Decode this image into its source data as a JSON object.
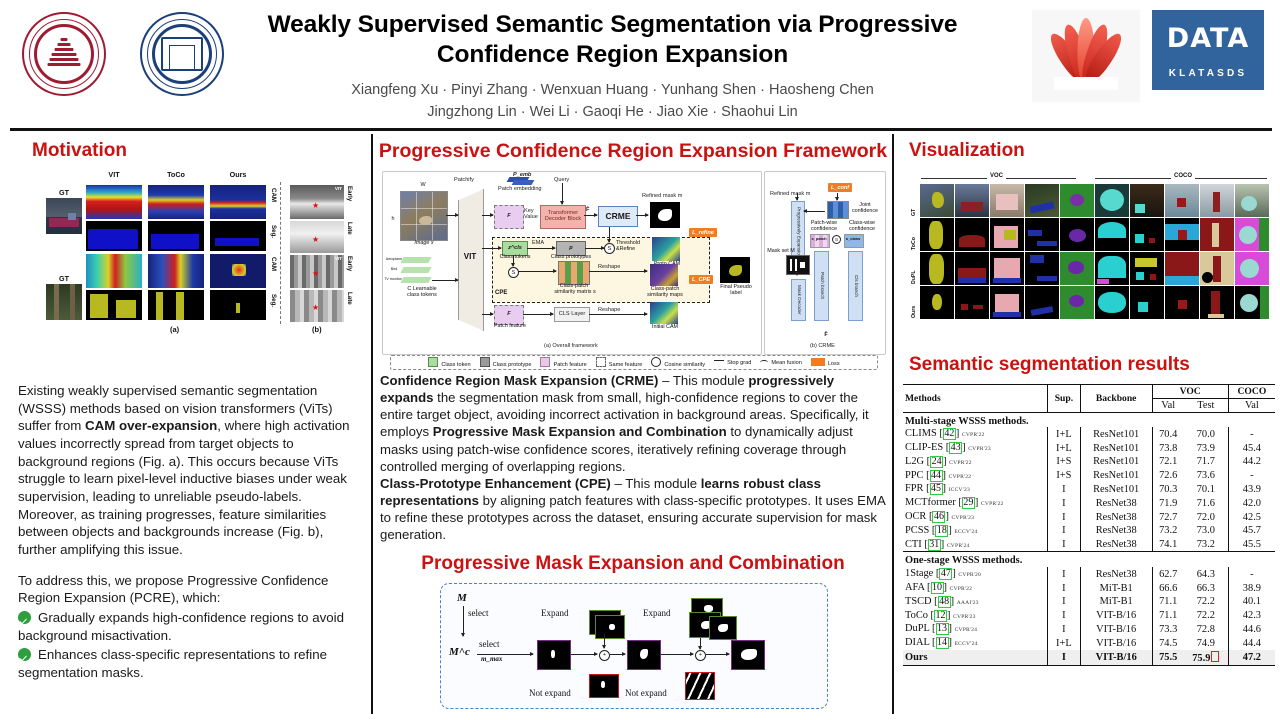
{
  "header": {
    "title_line1": "Weakly Supervised Semantic Segmentation via Progressive",
    "title_line2": "Confidence Region Expansion",
    "authors_line1": "Xiangfeng Xu · Pinyi Zhang · Wenxuan Huang · Yunhang Shen · Haosheng Chen",
    "authors_line2": "Jingzhong Lin · Wei Li · Gaoqi He · Jiao Xie · Shaohui Lin",
    "logo_ecnu_ring": "EAST CHINA NORMAL UNIVERSITY",
    "logo_ecnu_cn": "华东师范大学",
    "logo_xmu_ring": "UNIVERSITAS AMOIENSIS",
    "logo_xmu_cn": "厦门大学",
    "logo_huawei": "huawei-logo",
    "logo_data_word": "DATA",
    "logo_data_sub": "KLATASDS",
    "accent_red": "#cc1111",
    "data_blue": "#31639c"
  },
  "motivation": {
    "title": "Motivation",
    "figure": {
      "col_headers": [
        "VIT",
        "ToCo",
        "Ours"
      ],
      "gt_labels": [
        "GT",
        "GT"
      ],
      "row_side_labels": [
        "CAM",
        "Seg.",
        "CAM",
        "Seg."
      ],
      "right_side_labels": [
        "Early",
        "Late",
        "Early",
        "Late"
      ],
      "right_inset_tags": [
        "VIT",
        "VIT"
      ],
      "caption_a": "(a)",
      "caption_b": "(b)"
    },
    "paragraph1_pre": "Existing weakly supervised semantic segmentation (WSSS) methods based on vision transformers (ViTs) suffer from ",
    "paragraph1_bold": "CAM over-expansion",
    "paragraph1_post": ", where high activation values incorrectly spread from target objects to background regions (Fig. a). This occurs because ViTs struggle to learn pixel-level inductive biases under weak supervision, leading to unreliable pseudo-labels. Moreover, as training progresses, feature similarities between objects and backgrounds increase (Fig. b), further amplifying this issue.",
    "paragraph2": "To address this, we propose Progressive Confidence Region Expansion (PCRE), which:",
    "bullets": [
      "Gradually expands high-confidence regions to avoid background misactivation.",
      "Enhances class-specific representations to refine segmentation masks."
    ]
  },
  "framework": {
    "title": "Progressive Confidence Region Expansion Framework",
    "diagram": {
      "caption_a": "(a) Overall framework",
      "caption_b": "(b) CRME",
      "labels": {
        "w": "W",
        "h": "h",
        "image_x": "Image x",
        "patchify": "Patchify",
        "patch_embedding": "Patch embedding",
        "p_emb": "P_emb",
        "query": "Query",
        "key_value": "Key\nValue",
        "vit": "VIT",
        "learnable_tokens_line1": "C Learnable",
        "learnable_tokens_line2": "class tokens",
        "class_list": [
          "Aeroplane",
          "Bird",
          "TV monitor"
        ],
        "f_sym": "F",
        "transformer_decoder": "Transformer\nDecoder Block",
        "f_bar": "F̄",
        "crme": "CRME",
        "refined_mask": "Refined mask m",
        "loss_refine": "L_refine",
        "z_cls": "z^cls",
        "class_tokens": "Class tokens",
        "ema": "EMA",
        "p_sym": "p",
        "class_prototypes": "Class prototypes",
        "threshold_refine": "Threshold\n&Refine",
        "proto_cam": "Proto CAM",
        "cpe": "CPE",
        "class_patch_matrix_l1": "Class-patch",
        "class_patch_matrix_l2": "similarity matrix s",
        "reshape": "Reshape",
        "class_patch_maps_l1": "Class-patch",
        "class_patch_maps_l2": "similarity maps",
        "loss_cpe": "L_CPE",
        "patch_feature": "Patch feature",
        "cls_layer": "CLS Layer",
        "initial_cam": "Initial CAM",
        "final_pseudo_l1": "Final Pseudo",
        "final_pseudo_l2": "label",
        "crme_refined_mask": "Refined mask m",
        "loss_conf": "L_conf",
        "joint_confidence_l1": "Joint",
        "joint_confidence_l2": "confidence",
        "patchwise_conf_l1": "Patch-wise",
        "patchwise_conf_l2": "confidence",
        "classwise_conf_l1": "Class-wise",
        "classwise_conf_l2": "confidence",
        "s_patch": "s_patch",
        "s_class": "s_class",
        "progressively_expansion": "Progressively Expansion",
        "mask_set": "Mask set M",
        "mask_decoder": "Mask Decoder",
        "patch_branch": "Patch branch",
        "cls_branch": "Cls branch",
        "f_bar_bottom": "F̄"
      },
      "legend": [
        {
          "label": "Class token",
          "color": "#a6df9e"
        },
        {
          "label": "Class prototype",
          "color": "#9a9a9a"
        },
        {
          "label": "Patch feature",
          "color": "#e8c8e6"
        },
        {
          "label": "Same feature",
          "color": "dashed"
        },
        {
          "label": "Cosine similarity",
          "color": "circle-s"
        },
        {
          "label": "Stop grad",
          "color": "stopgrad"
        },
        {
          "label": "Mean fusion",
          "color": "arc"
        },
        {
          "label": "Loss",
          "color": "#f07d22"
        }
      ]
    },
    "crme_bold": "Confidence Region Mask Expansion (CRME)",
    "crme_text_a": " – This module ",
    "crme_bold2": "progressively expands",
    "crme_text_b": " the segmentation mask from small, high-confidence regions to cover the entire target object, avoiding incorrect activation in background areas. Specifically, it employs ",
    "crme_bold3": "Progressive Mask Expansion and Combination",
    "crme_text_c": " to dynamically adjust masks using patch-wise confidence scores, iteratively refining coverage through controlled merging of overlapping regions.",
    "cpe_bold": "Class-Prototype Enhancement (CPE)",
    "cpe_text_a": " – This module ",
    "cpe_bold2": "learns robust class representations",
    "cpe_text_b": " by aligning patch features with class-specific prototypes. It uses EMA to refine these prototypes across the dataset, ensuring accurate supervision for mask generation.",
    "pme_title": "Progressive Mask Expansion and Combination",
    "pme_labels": {
      "m": "M",
      "mc": "M^c",
      "select": "select",
      "m_max": "m_max",
      "expand1": "Expand",
      "expand2": "Expand",
      "not_expand1": "Not expand",
      "not_expand2": "Not expand"
    }
  },
  "visualization": {
    "title": "Visualization",
    "group_labels": [
      "VOC",
      "COCO"
    ],
    "row_labels": [
      "GT",
      "ToCo",
      "DuPL",
      "Ours"
    ]
  },
  "results": {
    "title": "Semantic segmentation results",
    "columns": {
      "methods": "Methods",
      "sup": "Sup.",
      "backbone": "Backbone",
      "voc": "VOC",
      "coco": "COCO",
      "val": "Val",
      "test": "Test",
      "coco_val": "Val"
    },
    "groups": [
      {
        "name": "Multi-stage WSSS methods.",
        "rows": [
          {
            "method": "CLIMS",
            "ref": "42",
            "venue": "CVPR'22",
            "sup": "I+L",
            "backbone": "ResNet101",
            "voc_val": "70.4",
            "voc_test": "70.0",
            "coco_val": "-"
          },
          {
            "method": "CLIP-ES",
            "ref": "43",
            "venue": "CVPR'23",
            "sup": "I+L",
            "backbone": "ResNet101",
            "voc_val": "73.8",
            "voc_test": "73.9",
            "coco_val": "45.4"
          },
          {
            "method": "L2G",
            "ref": "24",
            "venue": "CVPR'22",
            "sup": "I+S",
            "backbone": "ResNet101",
            "voc_val": "72.1",
            "voc_test": "71.7",
            "coco_val": "44.2"
          },
          {
            "method": "PPC",
            "ref": "44",
            "venue": "CVPR'22",
            "sup": "I+S",
            "backbone": "ResNet101",
            "voc_val": "72.6",
            "voc_test": "73.6",
            "coco_val": "-"
          },
          {
            "method": "FPR",
            "ref": "45",
            "venue": "ICCV'23",
            "sup": "I",
            "backbone": "ResNet101",
            "voc_val": "70.3",
            "voc_test": "70.1",
            "coco_val": "43.9"
          },
          {
            "method": "MCTformer",
            "ref": "29",
            "venue": "CVPR'22",
            "sup": "I",
            "backbone": "ResNet38",
            "voc_val": "71.9",
            "voc_test": "71.6",
            "coco_val": "42.0"
          },
          {
            "method": "OCR",
            "ref": "46",
            "venue": "CVPR'23",
            "sup": "I",
            "backbone": "ResNet38",
            "voc_val": "72.7",
            "voc_test": "72.0",
            "coco_val": "42.5"
          },
          {
            "method": "PCSS",
            "ref": "18",
            "venue": "ECCV'24",
            "sup": "I",
            "backbone": "ResNet38",
            "voc_val": "73.2",
            "voc_test": "73.0",
            "coco_val": "45.7"
          },
          {
            "method": "CTI",
            "ref": "31",
            "venue": "CVPR'24",
            "sup": "I",
            "backbone": "ResNet38",
            "voc_val": "74.1",
            "voc_test": "73.2",
            "coco_val": "45.5"
          }
        ]
      },
      {
        "name": "One-stage WSSS methods.",
        "rows": [
          {
            "method": "1Stage",
            "ref": "47",
            "venue": "CVPR'20",
            "sup": "I",
            "backbone": "ResNet38",
            "voc_val": "62.7",
            "voc_test": "64.3",
            "coco_val": "-"
          },
          {
            "method": "AFA",
            "ref": "10",
            "venue": "CVPR'22",
            "sup": "I",
            "backbone": "MiT-B1",
            "voc_val": "66.6",
            "voc_test": "66.3",
            "coco_val": "38.9"
          },
          {
            "method": "TSCD",
            "ref": "48",
            "venue": "AAAI'23",
            "sup": "I",
            "backbone": "MiT-B1",
            "voc_val": "71.1",
            "voc_test": "72.2",
            "coco_val": "40.1"
          },
          {
            "method": "ToCo",
            "ref": "12",
            "venue": "CVPR'23",
            "sup": "I",
            "backbone": "VIT-B/16",
            "voc_val": "71.1",
            "voc_test": "72.2",
            "coco_val": "42.3"
          },
          {
            "method": "DuPL",
            "ref": "13",
            "venue": "CVPR'24",
            "sup": "I",
            "backbone": "VIT-B/16",
            "voc_val": "73.3",
            "voc_test": "72.8",
            "coco_val": "44.6"
          },
          {
            "method": "DIAL",
            "ref": "14",
            "venue": "ECCV'24",
            "sup": "I+L",
            "backbone": "VIT-B/16",
            "voc_val": "74.5",
            "voc_test": "74.9",
            "coco_val": "44.4"
          },
          {
            "method": "Ours",
            "ref": "",
            "venue": "",
            "sup": "I",
            "backbone": "VIT-B/16",
            "voc_val": "75.5",
            "voc_test": "75.9",
            "coco_val": "47.2",
            "highlight": true
          }
        ]
      }
    ]
  }
}
